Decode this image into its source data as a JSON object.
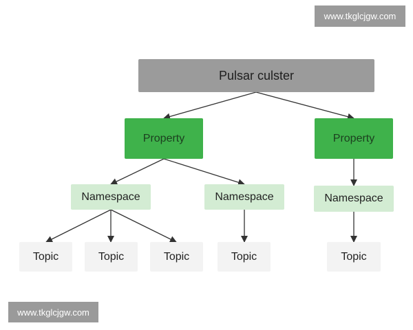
{
  "watermark_top": "www.tkglcjgw.com",
  "watermark_bottom": "www.tkglcjgw.com",
  "root": {
    "label": "Pulsar culster"
  },
  "properties": [
    {
      "label": "Property",
      "namespaces": [
        {
          "label": "Namespace",
          "topics": [
            "Topic",
            "Topic",
            "Topic"
          ]
        },
        {
          "label": "Namespace",
          "topics": [
            "Topic"
          ]
        }
      ]
    },
    {
      "label": "Property",
      "namespaces": [
        {
          "label": "Namespace",
          "topics": [
            "Topic"
          ]
        }
      ]
    }
  ],
  "colors": {
    "root": "#9b9b9b",
    "property": "#3fb24b",
    "namespace": "#d3ecd3",
    "topic": "#f3f3f3",
    "edge": "#333333"
  }
}
